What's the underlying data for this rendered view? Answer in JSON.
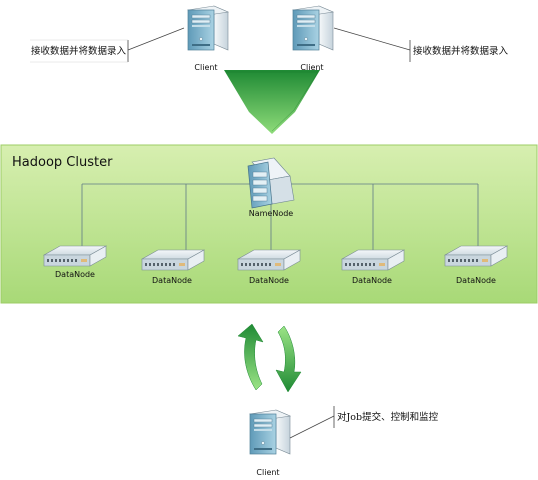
{
  "cluster": {
    "title": "Hadoop Cluster",
    "namenode_label": "NameNode",
    "datanodes": [
      {
        "label": "DataNode"
      },
      {
        "label": "DataNode"
      },
      {
        "label": "DataNode"
      },
      {
        "label": "DataNode"
      },
      {
        "label": "DataNode"
      }
    ]
  },
  "clients": [
    {
      "label": "Client",
      "note": "接收数据并将数据录入"
    },
    {
      "label": "Client",
      "note": "接收数据并将数据录入"
    },
    {
      "label": "Client",
      "note": "对Job提交、控制和监控"
    }
  ],
  "colors": {
    "cluster_fill": "#cde9a3",
    "cluster_border": "#9ccc65",
    "arrow_green": "#2e9e3e",
    "arrow_light": "#8fdc7a",
    "line": "#607d8b",
    "server_front": "#7fb3cc",
    "server_side": "#dfe8ee"
  }
}
